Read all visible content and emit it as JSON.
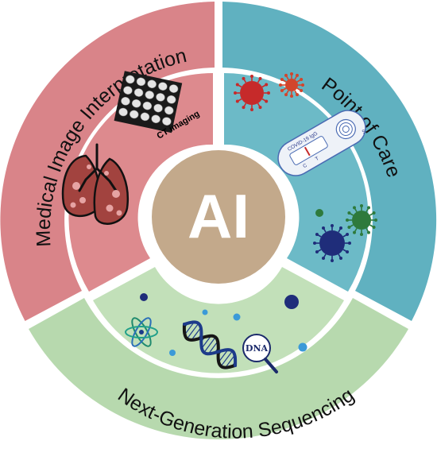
{
  "center": {
    "label": "AI"
  },
  "segments": {
    "medical_imaging": {
      "label": "Medical Image Interpretation",
      "inner_label": "CT imaging"
    },
    "point_of_care": {
      "label": "Point of Care",
      "kit_text": "COVID-19 IgG",
      "kit_marks": [
        "C",
        "T",
        "S"
      ]
    },
    "sequencing": {
      "label": "Next-Generation Sequencing",
      "badge_text": "DNA"
    }
  },
  "colors": {
    "medical_outer": "#d98489",
    "medical_inner": "#dd8a8e",
    "poc_outer": "#60b1c0",
    "poc_inner": "#6cbac7",
    "ngs_outer": "#b7d9ae",
    "ngs_inner": "#c2e0b9",
    "center": "#c3a98b",
    "lung": "#a2433f",
    "virus_red": "#c62a2a",
    "virus_green": "#2e7a3c",
    "virus_blue": "#1f2d7a",
    "dna_blue": "#1d3b8a",
    "dna_dark": "#161616"
  }
}
